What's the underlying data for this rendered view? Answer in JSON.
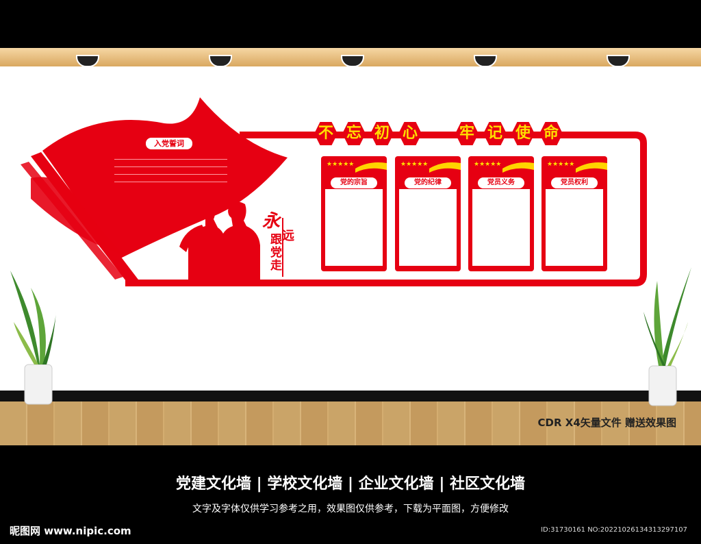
{
  "slogan_main": [
    "不",
    "忘",
    "初",
    "心",
    "牢",
    "记",
    "使",
    "命"
  ],
  "oath_label": "入党誓词",
  "panels": [
    {
      "label": "党的宗旨"
    },
    {
      "label": "党的纪律"
    },
    {
      "label": "党员义务"
    },
    {
      "label": "党员权利"
    }
  ],
  "side_slogan": {
    "a": "永",
    "b": "远",
    "c": "跟党走"
  },
  "cdr_note": "CDR X4矢量文件  赠送效果图",
  "footer_main": "党建文化墙   |   学校文化墙   |   企业文化墙   |   社区文化墙",
  "footer_sub": "文字及字体仅供学习参考之用，效果图仅供参考，下载为平面图，方便修改",
  "logo": "昵图网 www.nipic.com",
  "image_id": "ID:31730161 NO:20221026134313297107",
  "colors": {
    "red": "#e60012",
    "yellow": "#ffe000",
    "wood": "#caa468"
  },
  "icons": [
    "star-icon",
    "lamp-icon",
    "flag-icon",
    "plant-icon"
  ]
}
